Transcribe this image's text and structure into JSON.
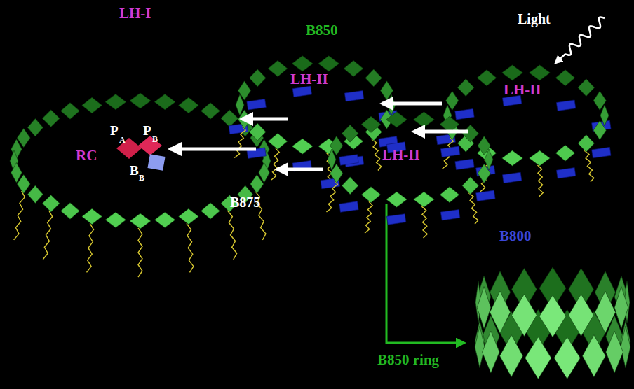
{
  "diagram": {
    "nodes": [
      {
        "text": [
          "LH-I"
        ]
      },
      {
        "text": [
          "RC"
        ],
        "in": 0
      },
      {
        "text": [
          "LH-II"
        ]
      },
      {
        "text": [
          "LH-II"
        ]
      },
      {
        "text": [
          "LH-II"
        ]
      }
    ],
    "edges": [
      {
        "from": 3,
        "to": 2,
        "arrow": "to"
      },
      {
        "from": 3,
        "to": 4,
        "arrow": "to"
      },
      {
        "from": 2,
        "to": 0,
        "arrow": "to"
      },
      {
        "from": 4,
        "to": 0,
        "arrow": "to"
      },
      {
        "from": 0,
        "to": 1,
        "arrow": "to"
      }
    ],
    "labels": [
      "B850",
      "Light",
      "P",
      "A",
      "P",
      "B",
      "B",
      "B",
      "B875",
      "B800",
      "B850 ring"
    ]
  }
}
